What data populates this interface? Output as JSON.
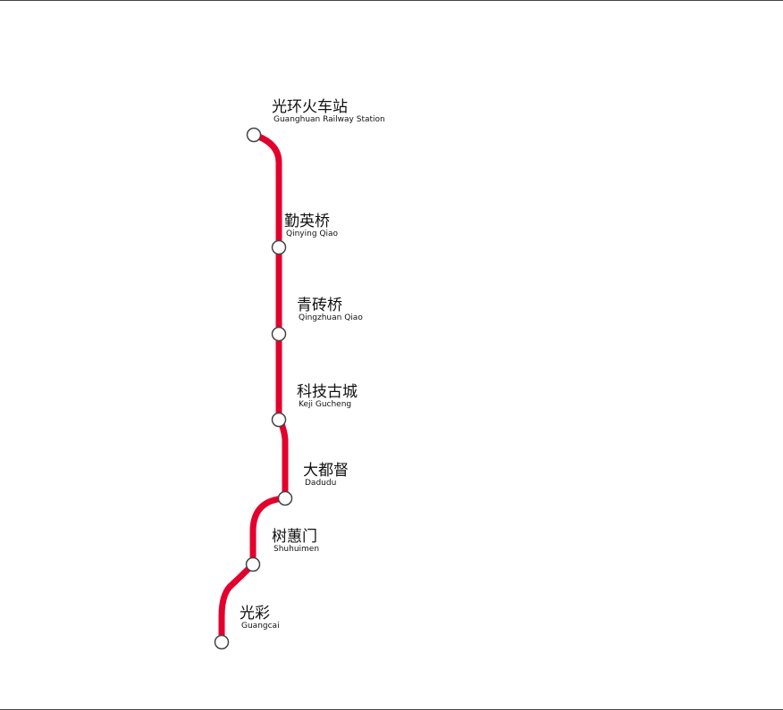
{
  "line": {
    "color": "#e3002d"
  },
  "stations": [
    {
      "zh": "光环火车站",
      "en": "Guanghuan Railway Station"
    },
    {
      "zh": "勤英桥",
      "en": "Qinying Qiao"
    },
    {
      "zh": "青砖桥",
      "en": "Qingzhuan Qiao"
    },
    {
      "zh": "科技古城",
      "en": "Keji Gucheng"
    },
    {
      "zh": "大都督",
      "en": "Dadudu"
    },
    {
      "zh": "树蕙门",
      "en": "Shuhuimen"
    },
    {
      "zh": "光彩",
      "en": "Guangcai"
    }
  ]
}
